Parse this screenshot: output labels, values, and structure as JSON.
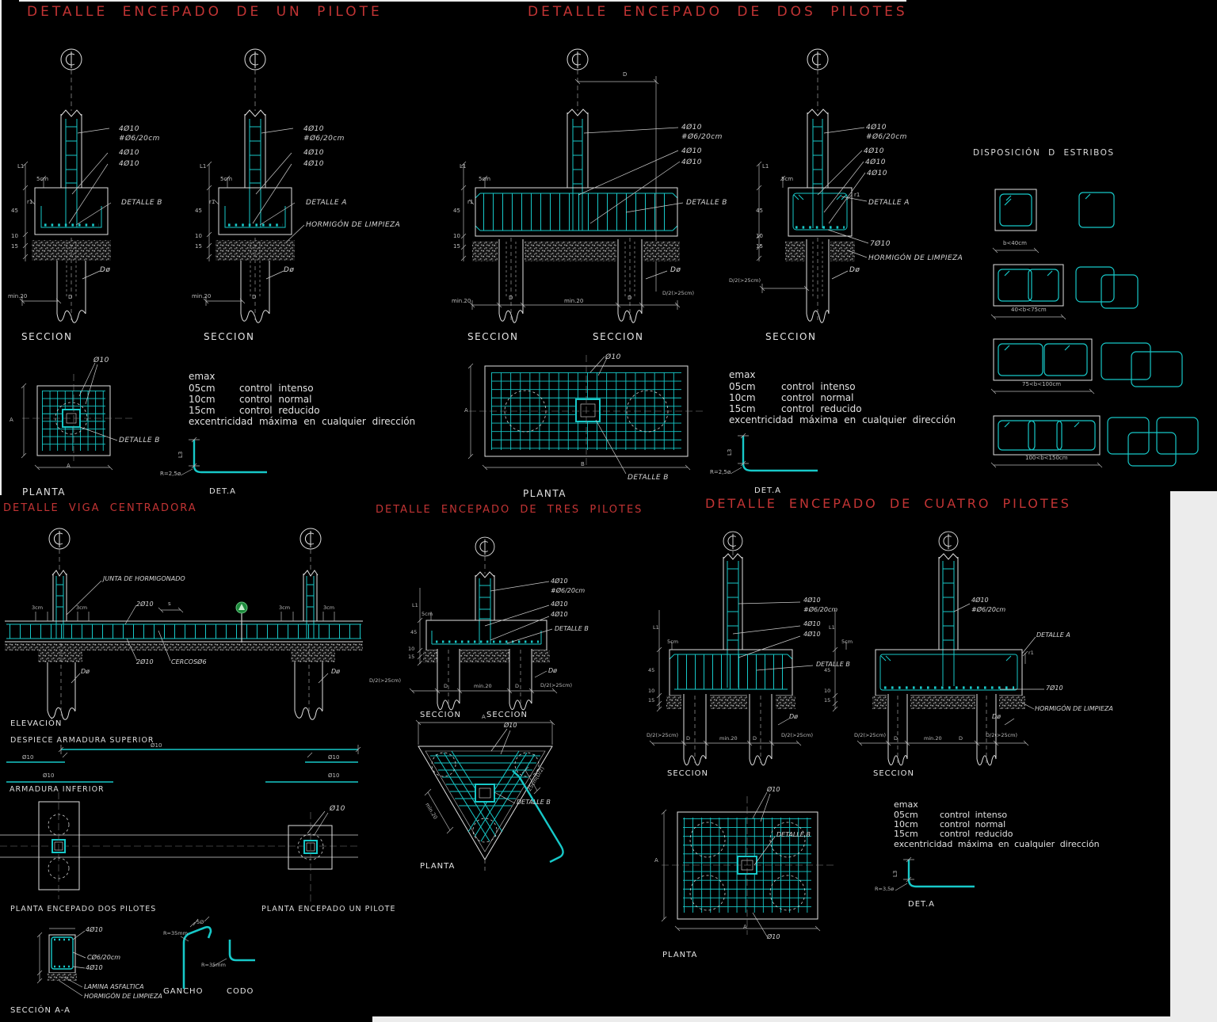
{
  "titles": {
    "un": "DETALLE ENCEPADO DE UN PILOTE",
    "dos": "DETALLE ENCEPADO DE DOS PILOTES",
    "estribos": "DISPOSICIÓN D ESTRIBOS",
    "viga": "DETALLE VIGA CENTRADORA",
    "tres": "DETALLE ENCEPADO DE TRES PILOTES",
    "cuatro": "DETALLE ENCEPADO DE CUATRO PILOTES"
  },
  "c": {
    "bar4": "4Ø10",
    "ties": "#Ø6/20cm",
    "bar7": "7Ø10",
    "bar2": "2Ø10",
    "phi10": "Ø10",
    "detA": "DETALLE A",
    "detB": "DETALLE B",
    "horm": "HORMIGÓN DE LIMPIEZA",
    "seccion": "SECCION",
    "planta": "PLANTA",
    "detacap": "DET.A",
    "dphi": "Dø",
    "min20": "min.20",
    "dhalf": "D/2(>25cm)",
    "L1": "L1",
    "L3": "L3",
    "cm5": "5cm",
    "cm3": "3cm",
    "r1": "r1",
    "d45": "45",
    "d10": "10",
    "d15": "15",
    "A": "A",
    "B": "B",
    "D": "D",
    "s": "s",
    "r25": "R=2,5ø",
    "r35": "R=3,5ø"
  },
  "emax": {
    "t": "emax",
    "r1a": "05cm",
    "r1b": "control intenso",
    "r2a": "10cm",
    "r2b": "control normal",
    "r3a": "15cm",
    "r3b": "control reducido",
    "f": "excentricidad máxima en cualquier dirección"
  },
  "est": {
    "d1": "b<40cm",
    "d2": "40<b<75cm",
    "d3": "75<b<100cm",
    "d4": "100<b<150cm"
  },
  "viga": {
    "junta": "JUNTA DE HORMIGONADO",
    "cercos": "CERCOSØ6",
    "elev": "ELEVACIÓN",
    "despiece": "DESPIECE ARMADURA SUPERIOR",
    "arminf": "ARMADURA INFERIOR",
    "pl2": "PLANTA ENCEPADO DOS PILOTES",
    "pl1": "PLANTA ENCEPADO UN PILOTE",
    "gancho": "GANCHO",
    "codo": "CODO",
    "r35mm": "R=35mm",
    "p5": "5Ø",
    "c620": "CØ6/20cm",
    "lamina": "LAMINA ASFALTICA",
    "secaa": "SECCIÓN A-A"
  },
  "tres": {
    "cm25": "25cm(D/2)"
  }
}
